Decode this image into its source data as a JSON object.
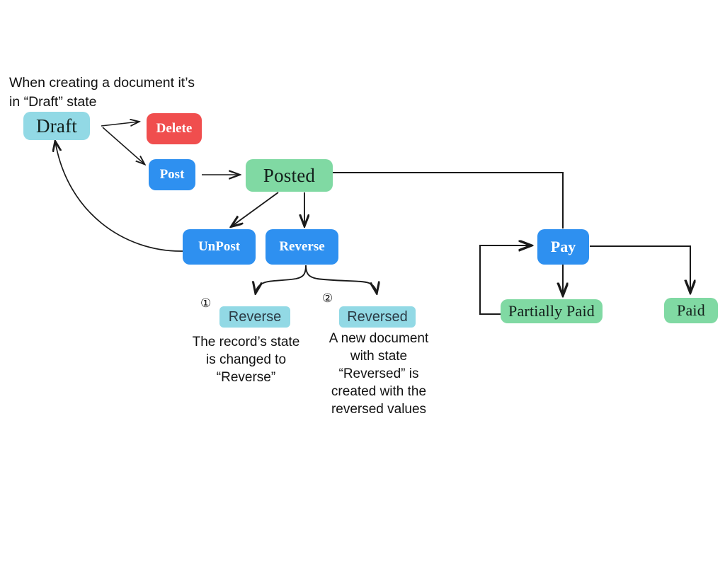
{
  "diagram": {
    "title_caption": "When creating a document it’s\nin “Draft” state",
    "background": "#ffffff",
    "colors": {
      "state_cyan": "#92d9e5",
      "state_green": "#80d9a3",
      "action_blue": "#2e90f0",
      "action_red": "#f04e4e",
      "text_dark": "#14201c",
      "text_body": "#111111",
      "wire": "#1a1a1a"
    },
    "nodes": {
      "draft": {
        "label": "Draft",
        "kind": "state",
        "color": "#92d9e5"
      },
      "delete": {
        "label": "Delete",
        "kind": "action",
        "color": "#f04e4e"
      },
      "post": {
        "label": "Post",
        "kind": "action",
        "color": "#2e90f0"
      },
      "posted": {
        "label": "Posted",
        "kind": "state",
        "color": "#80d9a3"
      },
      "unpost": {
        "label": "UnPost",
        "kind": "action",
        "color": "#2e90f0"
      },
      "reverse": {
        "label": "Reverse",
        "kind": "action",
        "color": "#2e90f0"
      },
      "pay": {
        "label": "Pay",
        "kind": "action",
        "color": "#2e90f0"
      },
      "partially_paid": {
        "label": "Partially Paid",
        "kind": "state",
        "color": "#80d9a3"
      },
      "paid": {
        "label": "Paid",
        "kind": "state",
        "color": "#80d9a3"
      }
    },
    "legend": {
      "item1": {
        "marker": "①",
        "chip": "Reverse",
        "description": "The record’s state\nis changed to\n“Reverse”"
      },
      "item2": {
        "marker": "②",
        "chip": "Reversed",
        "description": "A new document\nwith state\n“Reversed” is\ncreated with the\nreversed values"
      }
    },
    "edges": [
      {
        "from": "draft",
        "to": "delete",
        "style": "straight-arrow"
      },
      {
        "from": "draft",
        "to": "post",
        "style": "diagonal-arrow"
      },
      {
        "from": "post",
        "to": "posted",
        "style": "straight-arrow"
      },
      {
        "from": "posted",
        "to": "unpost",
        "style": "diagonal-arrow"
      },
      {
        "from": "posted",
        "to": "reverse",
        "style": "vertical-arrow"
      },
      {
        "from": "posted",
        "to": "pay",
        "style": "orthogonal"
      },
      {
        "from": "unpost",
        "to": "draft",
        "style": "curved-arrow"
      },
      {
        "from": "pay",
        "to": "partially_paid",
        "style": "vertical-arrow"
      },
      {
        "from": "pay",
        "to": "paid",
        "style": "orthogonal-arrow"
      },
      {
        "from": "partially_paid",
        "to": "pay",
        "style": "orthogonal-loop"
      },
      {
        "from": "reverse",
        "to": "legend",
        "style": "curly-brace"
      }
    ]
  }
}
